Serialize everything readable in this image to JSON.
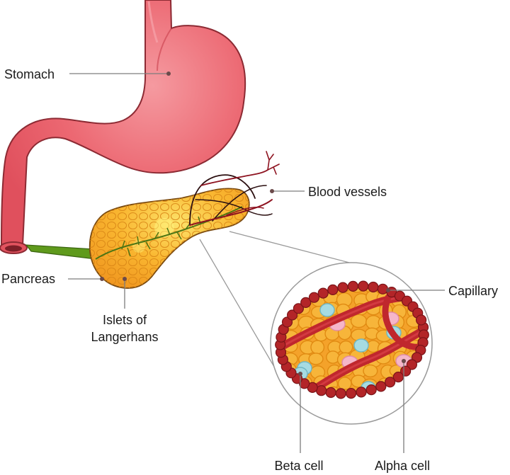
{
  "labels": {
    "stomach": "Stomach",
    "blood_vessels": "Blood vessels",
    "pancreas": "Pancreas",
    "islets_line1": "Islets of",
    "islets_line2": "Langerhans",
    "capillary": "Capillary",
    "beta_cell": "Beta cell",
    "alpha_cell": "Alpha cell"
  },
  "colors": {
    "stomach_fill": "#ec5f6b",
    "stomach_outline": "#8c2a33",
    "pancreas_fill": "#f7ab25",
    "pancreas_outline": "#7a4a10",
    "duct": "#5f9a1c",
    "vessel": "#8e1320",
    "capillary": "#c0272d",
    "beta_cell": "#a6dbe2",
    "alpha_cell": "#f5b6c9"
  }
}
